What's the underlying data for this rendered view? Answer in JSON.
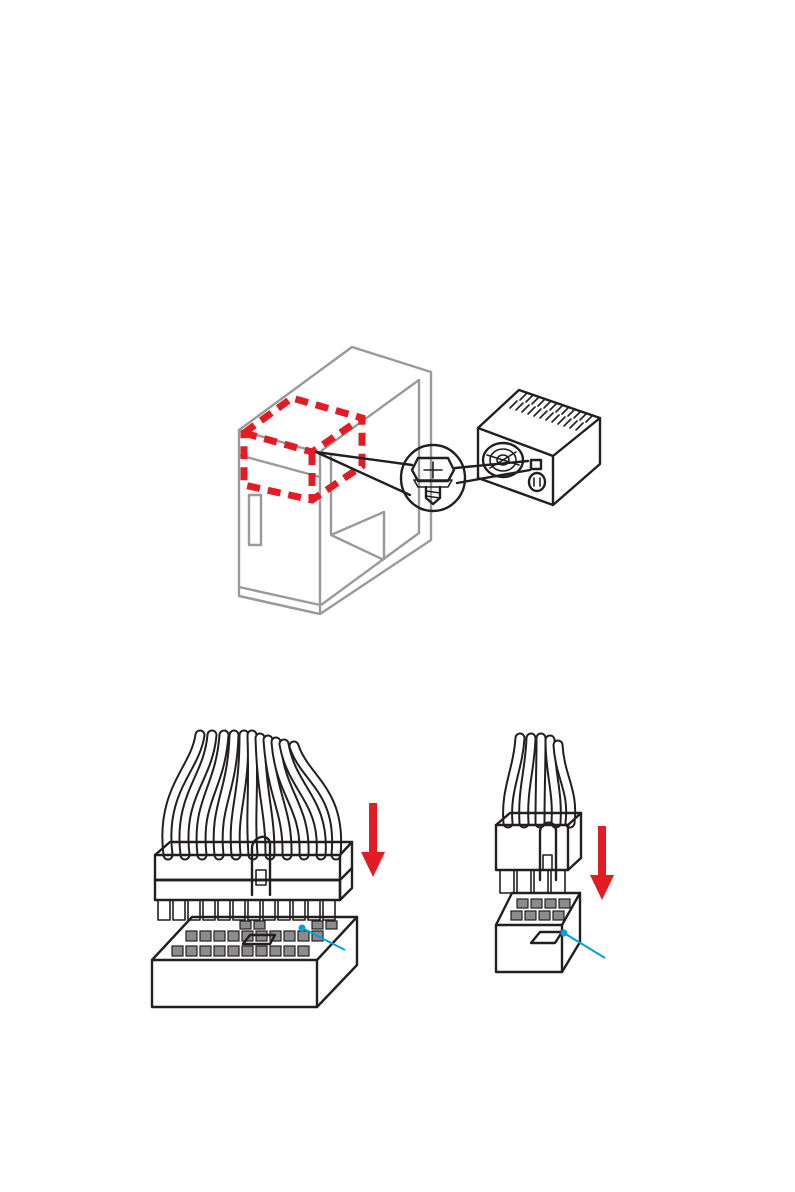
{
  "colors": {
    "highlight_red": "#e31b23",
    "pointer_blue": "#00a0e0",
    "outline": "#231f20",
    "case_gray": "#9a9a9a",
    "pin_gray": "#8c8c8c"
  },
  "illustrations": [
    {
      "name": "psu-installation",
      "icons": [
        "pc-case-icon",
        "psu-icon",
        "screw-icon"
      ]
    },
    {
      "name": "atx-24pin-connection",
      "icons": [
        "24pin-plug-icon",
        "24pin-socket-icon",
        "down-arrow-icon"
      ]
    },
    {
      "name": "cpu-8pin-connection",
      "icons": [
        "8pin-plug-icon",
        "8pin-socket-icon",
        "down-arrow-icon"
      ]
    }
  ]
}
